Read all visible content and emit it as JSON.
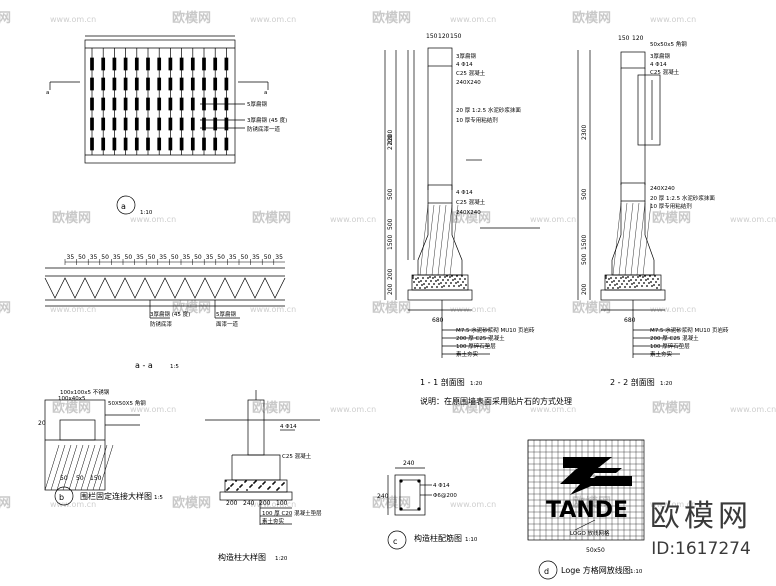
{
  "watermark": {
    "brand": "欧模网",
    "url": "www.om.cn",
    "id_label": "ID:1617274"
  },
  "figures": {
    "grate_plan": {
      "letter": "a",
      "scale": "1:10",
      "tag_left": "a",
      "tag_right": "a",
      "notes": [
        "5厚扁钢",
        "3厚扁钢 (45 度)",
        "防锈底漆一道"
      ]
    },
    "section_aa": {
      "title": "a - a",
      "scale": "1:5",
      "notes": [
        "3厚扁钢 (45 度)",
        "5厚扁钢",
        "防锈底漆",
        "面漆一道"
      ],
      "dims": [
        "35",
        "50",
        "35",
        "50",
        "35",
        "50",
        "35",
        "50",
        "35",
        "50",
        "35",
        "50",
        "35",
        "50",
        "35",
        "50",
        "35",
        "50",
        "35"
      ]
    },
    "fence_detail": {
      "letter": "b",
      "title": "围栏固定连接大样图",
      "scale": "1:5",
      "notes": [
        "100x100x5 不锈钢",
        "50X50X5 角钢",
        "100x40x5"
      ],
      "dims": [
        "50",
        "50",
        "150",
        "20"
      ]
    },
    "post_detail": {
      "title": "构造柱大样图",
      "scale": "1:20",
      "notes": [
        "4 Φ14",
        "C25 混凝土",
        "100 厚 C20 混凝土垫层",
        "素土夯实"
      ],
      "dims": [
        "200",
        "240",
        "200",
        "100"
      ]
    },
    "post_section": {
      "letter": "c",
      "title": "构造柱配筋图",
      "scale": "1:10",
      "dims": [
        "240",
        "240"
      ],
      "notes": [
        "4 Φ14",
        "Φ6@200"
      ]
    },
    "section_11": {
      "title": "1 - 1 剖面图",
      "scale": "1:20",
      "dims": [
        "150",
        "120",
        "150",
        "2700",
        "2200",
        "500",
        "1500",
        "500",
        "200",
        "200",
        "680"
      ],
      "notes": [
        "3厚扁钢",
        "4 Φ14",
        "C25 混凝土",
        "240X240",
        "20 厚 1:2.5 水泥砂浆抹面",
        "10 厚专用粘结剂",
        "4 Φ14",
        "C25 混凝土",
        "240X240",
        "M7.5 水泥砂浆砌 MU10 页岩砖",
        "200 厚 C25 混凝土",
        "100 厚碎石垫层",
        "素土夯实"
      ]
    },
    "section_22": {
      "title": "2 - 2 剖面图",
      "scale": "1:20",
      "dims": [
        "150",
        "120",
        "2300",
        "500",
        "1500",
        "500",
        "200",
        "680"
      ],
      "notes": [
        "50x50x5 角钢",
        "3厚扁钢",
        "4 Φ14",
        "C25 混凝土",
        "240X240",
        "20 厚 1:2.5 水泥砂浆抹面",
        "10 厚专用粘结剂",
        "M7.5 水泥砂浆砌 MU10 页岩砖",
        "200 厚 C25 混凝土",
        "100 厚碎石垫层",
        "素土夯实"
      ]
    },
    "note": "说明：在原围墙表面采用贴片石的方式处理",
    "logo": {
      "letter": "d",
      "title": "Loge 方格网放线图",
      "scale": "1:10",
      "text": "TANDE",
      "grid": "50x50",
      "caption": "LOGO 放线网格"
    }
  }
}
